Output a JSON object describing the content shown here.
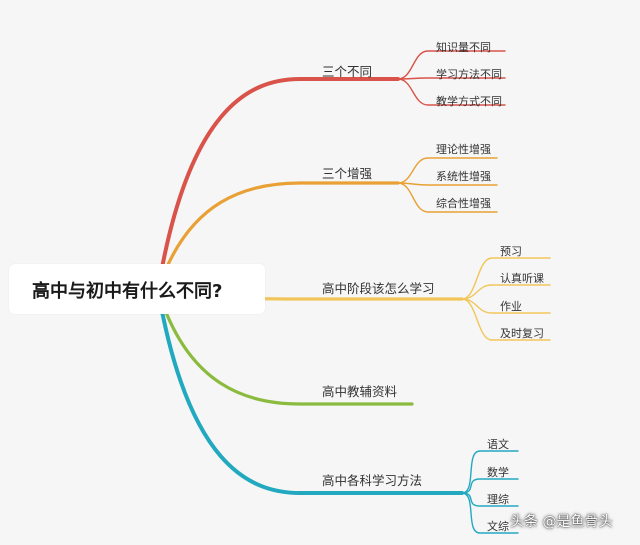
{
  "root": {
    "title": "高中与初中有什么不同?"
  },
  "branches": [
    {
      "label": "三个不同",
      "color": "#d9534a",
      "children": [
        "知识量不同",
        "学习方法不同",
        "教学方式不同"
      ]
    },
    {
      "label": "三个增强",
      "color": "#e9a035",
      "children": [
        "理论性增强",
        "系统性增强",
        "综合性增强"
      ]
    },
    {
      "label": "高中阶段该怎么学习",
      "color": "#f2c55a",
      "children": [
        "预习",
        "认真听课",
        "作业",
        "及时复习"
      ]
    },
    {
      "label": "高中教辅资料",
      "color": "#8bbb3e",
      "children": []
    },
    {
      "label": "高中各科学习方法",
      "color": "#22a9c0",
      "children": [
        "语文",
        "数学",
        "理综",
        "文综"
      ]
    }
  ],
  "watermark": "头条 @是鱼骨头"
}
